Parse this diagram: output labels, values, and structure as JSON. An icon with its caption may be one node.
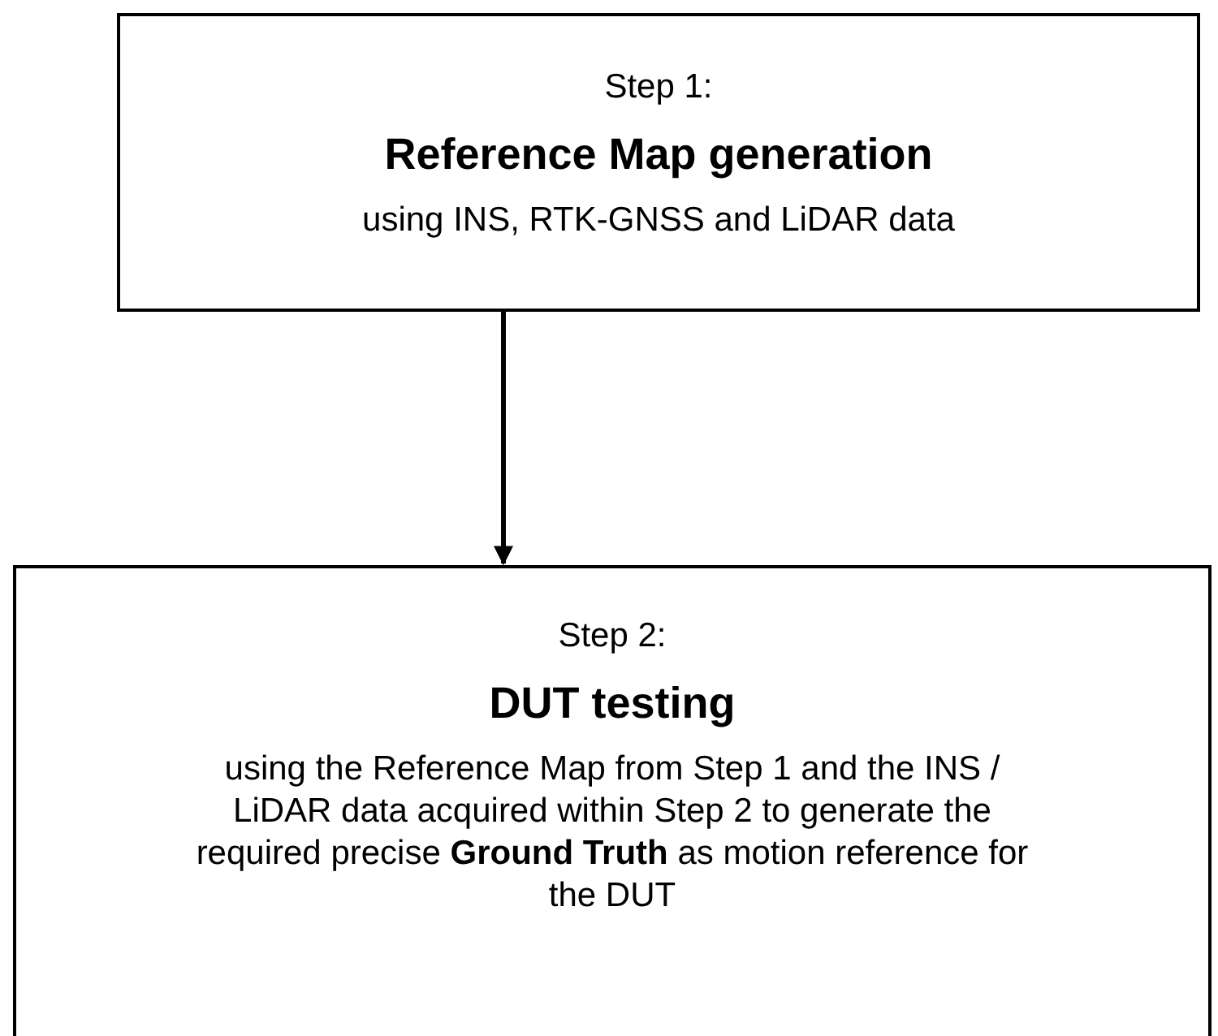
{
  "diagram": {
    "nodes": [
      {
        "text": [
          "Step 1:",
          "Reference Map generation",
          "using INS, RTK-GNSS and LiDAR data"
        ]
      },
      {
        "text": [
          "Step 2:",
          "DUT testing",
          "using the Reference Map from Step 1 and the INS / LiDAR data acquired within Step 2 to generate the required precise **Ground Truth** as motion reference for the DUT"
        ]
      }
    ],
    "edges": [
      {
        "from": 0,
        "to": 1,
        "arrow": "to"
      }
    ]
  }
}
